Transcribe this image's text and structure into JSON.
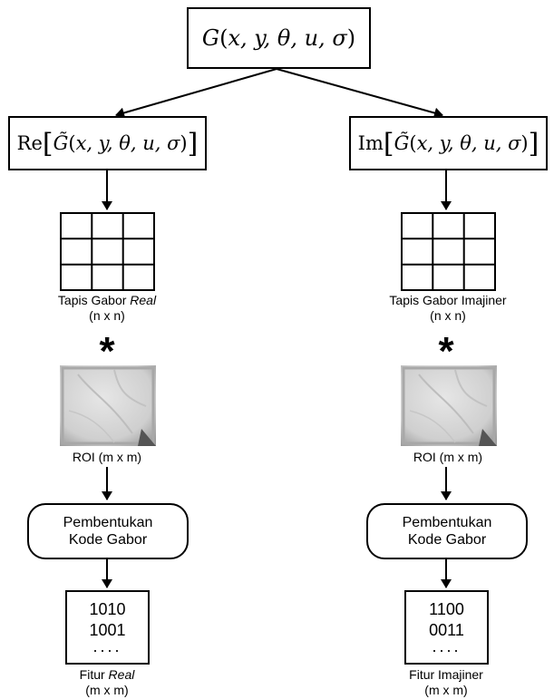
{
  "top": {
    "fn": "G",
    "args": "x, y, θ, u, σ"
  },
  "left_branch": {
    "op": "Re",
    "fn": "G̃",
    "args": "x, y, θ, u, σ",
    "filter_caption_prefix": "Tapis Gabor ",
    "filter_caption_italic": "Real",
    "filter_size": "(n x n)",
    "operator": "*",
    "roi_caption": "ROI (m x m)",
    "process_line1": "Pembentukan",
    "process_line2": "Kode Gabor",
    "code_line1": "1010",
    "code_line2": "1001",
    "code_dots": "....",
    "feature_prefix": "Fitur ",
    "feature_italic": "Real",
    "feature_size": "(m x m)"
  },
  "right_branch": {
    "op": "Im",
    "fn": "G̃",
    "args": "x, y, θ, u, σ",
    "filter_caption": "Tapis Gabor Imajiner",
    "filter_size": "(n x n)",
    "operator": "*",
    "roi_caption": "ROI (m x m)",
    "process_line1": "Pembentukan",
    "process_line2": "Kode Gabor",
    "code_line1": "1100",
    "code_line2": "0011",
    "code_dots": "....",
    "feature_caption": "Fitur Imajiner",
    "feature_size": "(m x m)"
  }
}
